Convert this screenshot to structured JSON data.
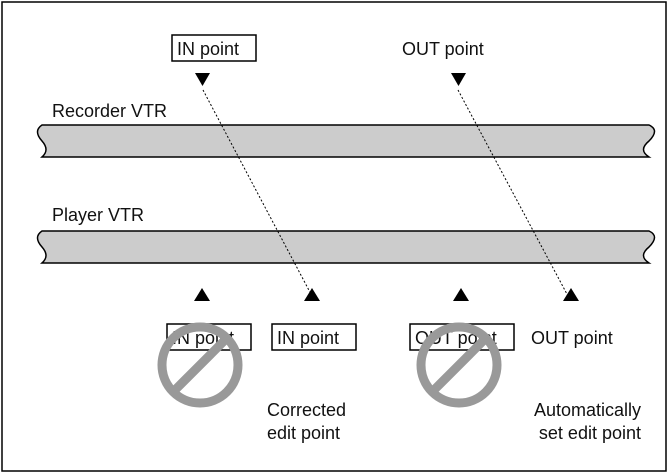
{
  "recorder": {
    "label": "Recorder VTR"
  },
  "player": {
    "label": "Player VTR"
  },
  "top": {
    "in_point": "IN point",
    "out_point": "OUT point"
  },
  "bottom": {
    "rejected_in": "IN point",
    "corrected_in": "IN point",
    "rejected_out": "OUT point",
    "auto_out": "OUT point"
  },
  "captions": {
    "corrected_line1": "Corrected",
    "corrected_line2": "edit point",
    "auto_line1": "Automatically",
    "auto_line2": "set edit point"
  },
  "colors": {
    "tape": "#cccccc",
    "prohibition": "#999999",
    "line": "#000000"
  }
}
